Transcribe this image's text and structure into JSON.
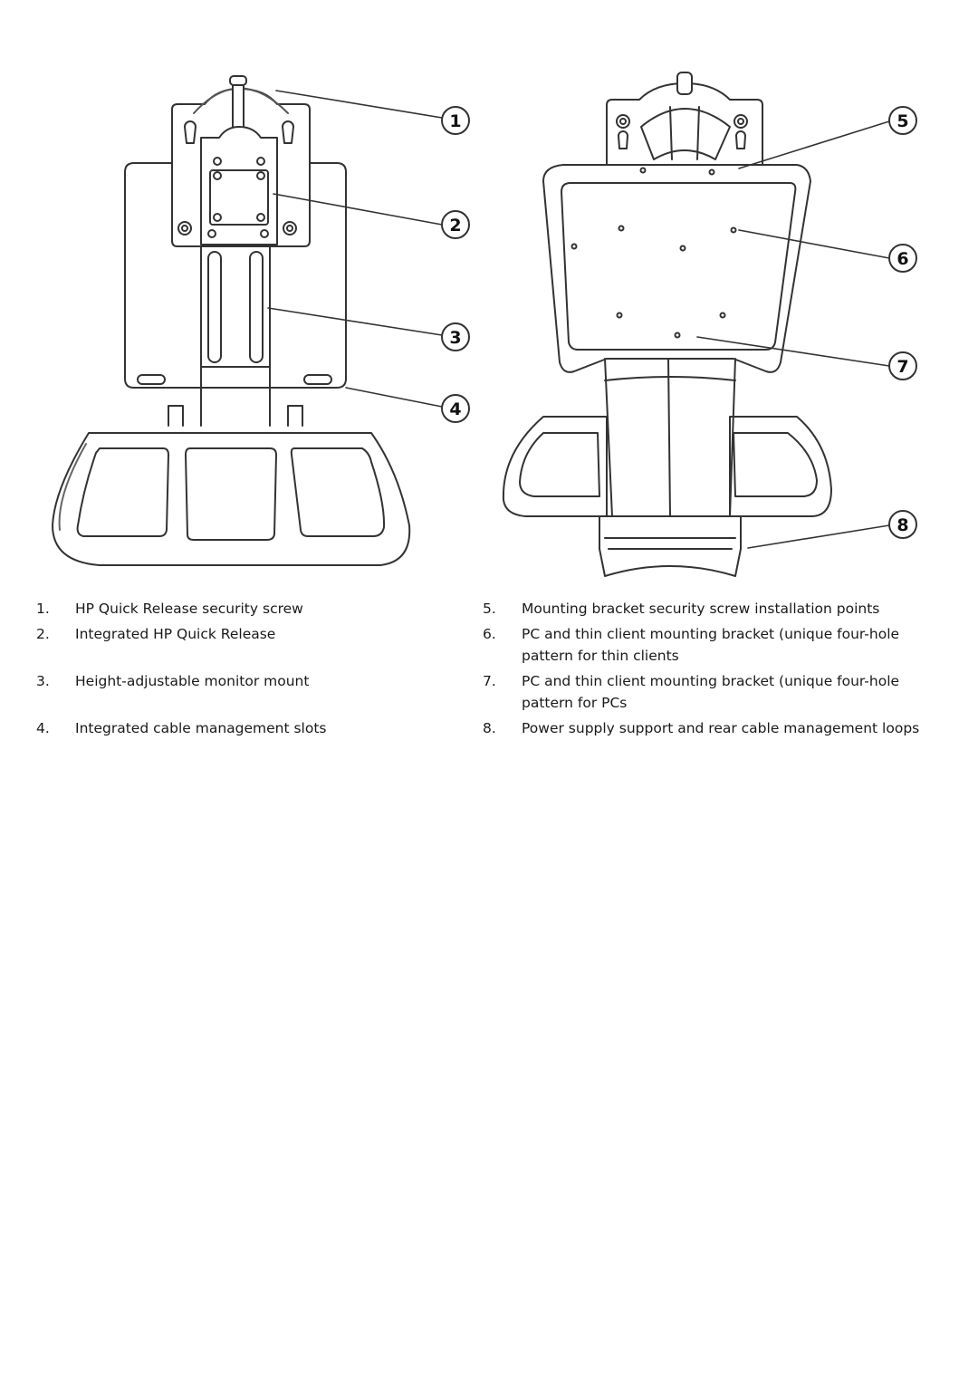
{
  "callouts": [
    "1",
    "2",
    "3",
    "4",
    "5",
    "6",
    "7",
    "8"
  ],
  "legend_left": [
    {
      "num": "1.",
      "text": "HP Quick Release security screw"
    },
    {
      "num": "2.",
      "text": "Integrated HP Quick Release"
    },
    {
      "num": "3.",
      "text": "Height-adjustable monitor mount"
    },
    {
      "num": "4.",
      "text": "Integrated cable management slots"
    }
  ],
  "legend_right": [
    {
      "num": "5.",
      "text": "Mounting bracket security screw installation points"
    },
    {
      "num": "6.",
      "text": "PC and thin client mounting bracket (unique four-hole pattern for thin clients"
    },
    {
      "num": "7.",
      "text": "PC and thin client mounting bracket (unique four-hole pattern for PCs"
    },
    {
      "num": "8.",
      "text": "Power supply support and rear cable management loops"
    }
  ]
}
